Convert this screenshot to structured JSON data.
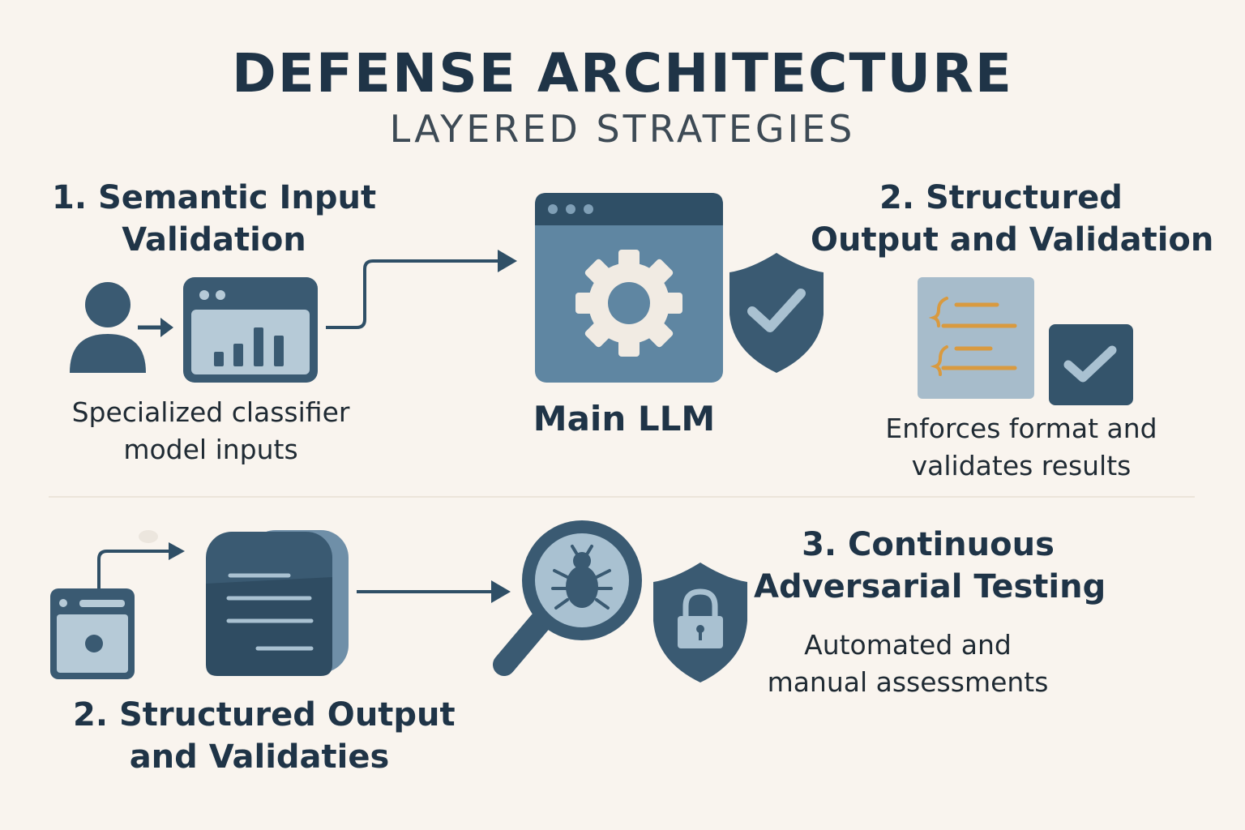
{
  "header": {
    "title": "DEFENSE ARCHITECTURE",
    "subtitle": "LAYERED STRATEGIES"
  },
  "step1": {
    "heading_line1": "1. Semantic Input",
    "heading_line2": "Validation",
    "desc_line1": "Specialized classifier",
    "desc_line2": "model inputs"
  },
  "main": {
    "label": "Main LLM"
  },
  "step2": {
    "heading_line1": "2. Structured",
    "heading_line2": "Output and Validation",
    "desc_line1": "Enforces format and",
    "desc_line2": "validates results"
  },
  "step2b": {
    "heading_line1": "2. Structured Output",
    "heading_line2": "and Validaties"
  },
  "step3": {
    "heading_line1": "3. Continuous",
    "heading_line2": "Adversarial Testing",
    "desc_line1": "Automated and",
    "desc_line2": "manual assessments"
  },
  "colors": {
    "background": "#f9f4ee",
    "navy": "#2f4f66",
    "slate": "#5f86a2",
    "light": "#a9c1d1",
    "accent": "#d99a3f"
  }
}
